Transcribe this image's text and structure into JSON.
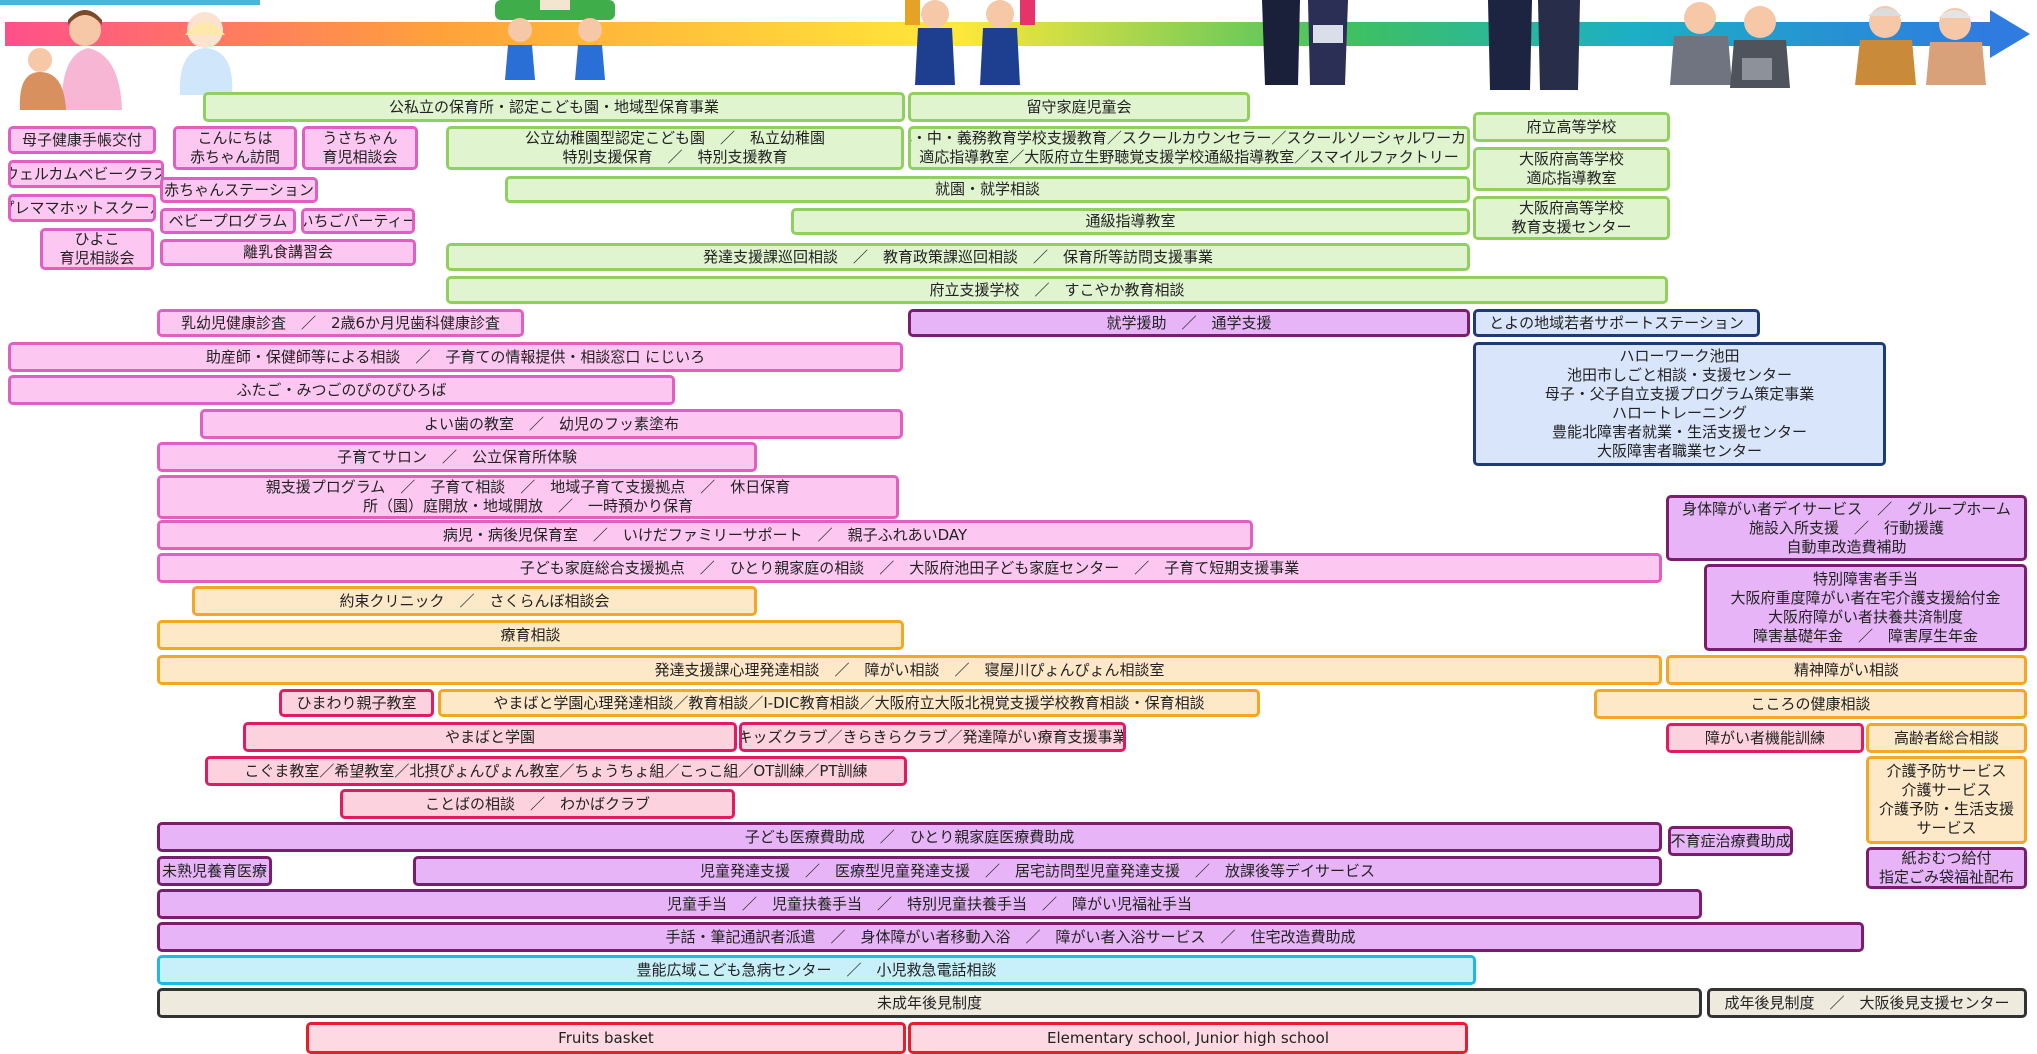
{
  "colors": {
    "green": "#90d05f",
    "pink": "#e25fc2",
    "orange": "#f5a623",
    "purple": "#7a1d6e",
    "blue": "#1d3b77",
    "cyan": "#1fb9e5",
    "red": "#e81c2b"
  },
  "lifecycle_bar": {
    "gradient": [
      "#ff4f8b",
      "#ffa23a",
      "#ffe83a",
      "#3ec063",
      "#1bb0c4",
      "#2f7be0"
    ],
    "figures": [
      "mother-baby-figure",
      "infant-figure",
      "kindergarten-children-figure",
      "elementary-students-figure",
      "junior-high-students-figure",
      "high-school-students-figure",
      "working-adults-figure",
      "elderly-couple-figure"
    ]
  },
  "boxes": [
    {
      "style": "green",
      "lines": [
        "公私立の保育所・認定こども園・地域型保育事業"
      ]
    },
    {
      "style": "green",
      "lines": [
        "留守家庭児童会"
      ]
    },
    {
      "style": "green",
      "lines": [
        "府立高等学校"
      ]
    },
    {
      "style": "pink",
      "lines": [
        "母子健康手帳交付"
      ]
    },
    {
      "style": "pink",
      "lines": [
        "こんにちは",
        "赤ちゃん訪問"
      ]
    },
    {
      "style": "pink",
      "lines": [
        "うさちゃん",
        "育児相談会"
      ]
    },
    {
      "style": "green",
      "lines": [
        "公立幼稚園型認定こども園　／　私立幼稚園",
        "特別支援保育　／　特別支援教育"
      ]
    },
    {
      "style": "green",
      "lines": [
        "小・中・義務教育学校支援教育／スクールカウンセラー／スクールソーシャルワーカー",
        "適応指導教室／大阪府立生野聴覚支援学校通級指導教室／スマイルファクトリー"
      ]
    },
    {
      "style": "green",
      "lines": [
        "大阪府高等学校",
        "適応指導教室"
      ]
    },
    {
      "style": "pink",
      "lines": [
        "ウェルカムベビークラス"
      ]
    },
    {
      "style": "pink",
      "lines": [
        "赤ちゃんステーション"
      ]
    },
    {
      "style": "green",
      "lines": [
        "就園・就学相談"
      ]
    },
    {
      "style": "pink",
      "lines": [
        "プレママホットスクール"
      ]
    },
    {
      "style": "green",
      "lines": [
        "大阪府高等学校",
        "教育支援センター"
      ]
    },
    {
      "style": "pink",
      "lines": [
        "ベビープログラム"
      ]
    },
    {
      "style": "pink",
      "lines": [
        "いちごパーティー"
      ]
    },
    {
      "style": "green",
      "lines": [
        "通級指導教室"
      ]
    },
    {
      "style": "pink",
      "lines": [
        "ひよこ",
        "育児相談会"
      ]
    },
    {
      "style": "pink",
      "lines": [
        "離乳食講習会"
      ]
    },
    {
      "style": "green",
      "lines": [
        "発達支援課巡回相談　／　教育政策課巡回相談　／　保育所等訪問支援事業"
      ]
    },
    {
      "style": "green",
      "lines": [
        "府立支援学校　／　すこやか教育相談"
      ]
    },
    {
      "style": "pink",
      "lines": [
        "乳幼児健康診査　／　2歳6か月児歯科健康診査"
      ]
    },
    {
      "style": "purple",
      "lines": [
        "就学援助　／　通学支援"
      ]
    },
    {
      "style": "blue",
      "lines": [
        "とよの地域若者サポートステーション"
      ]
    },
    {
      "style": "pink",
      "lines": [
        "助産師・保健師等による相談　／　子育ての情報提供・相談窓口 にじいろ"
      ]
    },
    {
      "style": "blue",
      "lines": [
        "ハローワーク池田",
        "池田市しごと相談・支援センター",
        "母子・父子自立支援プログラム策定事業",
        "ハロートレーニング",
        "豊能北障害者就業・生活支援センター",
        "大阪障害者職業センター"
      ]
    },
    {
      "style": "pink",
      "lines": [
        "ふたご・みつごのぴのぴひろば"
      ]
    },
    {
      "style": "pink",
      "lines": [
        "よい歯の教室　／　幼児のフッ素塗布"
      ]
    },
    {
      "style": "pink",
      "lines": [
        "子育てサロン　／　公立保育所体験"
      ]
    },
    {
      "style": "pink",
      "lines": [
        "親支援プログラム　／　子育て相談　／　地域子育て支援拠点　／　休日保育",
        "所（園）庭開放・地域開放　／　一時預かり保育"
      ]
    },
    {
      "style": "purple",
      "lines": [
        "身体障がい者デイサービス　／　グループホーム",
        "施設入所支援　／　行動援護",
        "自動車改造費補助"
      ]
    },
    {
      "style": "pink",
      "lines": [
        "病児・病後児保育室　／　いけだファミリーサポート　／　親子ふれあいDAY"
      ]
    },
    {
      "style": "pink",
      "lines": [
        "子ども家庭総合支援拠点　／　ひとり親家庭の相談　／　大阪府池田子ども家庭センター　／　子育て短期支援事業"
      ]
    },
    {
      "style": "purple",
      "lines": [
        "特別障害者手当",
        "大阪府重度障がい者在宅介護支援給付金",
        "大阪府障がい者扶養共済制度",
        "障害基礎年金　／　障害厚生年金"
      ]
    },
    {
      "style": "orange",
      "lines": [
        "約束クリニック　／　さくらんぼ相談会"
      ]
    },
    {
      "style": "orange",
      "lines": [
        "療育相談"
      ]
    },
    {
      "style": "orange",
      "lines": [
        "発達支援課心理発達相談　／　障がい相談　／　寝屋川ぴょんぴょん相談室"
      ]
    },
    {
      "style": "orange",
      "lines": [
        "精神障がい相談"
      ]
    },
    {
      "style": "rpink",
      "lines": [
        "ひまわり親子教室"
      ]
    },
    {
      "style": "orange",
      "lines": [
        "やまばと学園心理発達相談／教育相談／I-DIC教育相談／大阪府立大阪北視覚支援学校教育相談・保育相談"
      ]
    },
    {
      "style": "orange",
      "lines": [
        "こころの健康相談"
      ]
    },
    {
      "style": "rpink",
      "lines": [
        "やまばと学園"
      ]
    },
    {
      "style": "rpink",
      "lines": [
        "キッズクラブ／きらきらクラブ／発達障がい療育支援事業"
      ]
    },
    {
      "style": "rpink",
      "lines": [
        "障がい者機能訓練"
      ]
    },
    {
      "style": "orange",
      "lines": [
        "高齢者総合相談"
      ]
    },
    {
      "style": "rpink",
      "lines": [
        "こぐま教室／希望教室／北摂ぴょんぴょん教室／ちょうちょ組／こっこ組／OT訓練／PT訓練"
      ]
    },
    {
      "style": "orange",
      "lines": [
        "介護予防サービス",
        "介護サービス",
        "介護予防・生活支援",
        "サービス"
      ]
    },
    {
      "style": "rpink",
      "lines": [
        "ことばの相談　／　わかばクラブ"
      ]
    },
    {
      "style": "purple",
      "lines": [
        "子ども医療費助成　／　ひとり親家庭医療費助成"
      ]
    },
    {
      "style": "purple",
      "lines": [
        "不育症治療費助成"
      ]
    },
    {
      "style": "purple",
      "lines": [
        "未熟児養育医療"
      ]
    },
    {
      "style": "purple",
      "lines": [
        "児童発達支援　／　医療型児童発達支援　／　居宅訪問型児童発達支援　／　放課後等デイサービス"
      ]
    },
    {
      "style": "purple",
      "lines": [
        "紙おむつ給付",
        "指定ごみ袋福祉配布"
      ]
    },
    {
      "style": "purple",
      "lines": [
        "児童手当　／　児童扶養手当　／　特別児童扶養手当　／　障がい児福祉手当"
      ]
    },
    {
      "style": "purple",
      "lines": [
        "手話・筆記通訳者派遣　／　身体障がい者移動入浴　／　障がい者入浴サービス　／　住宅改造費助成"
      ]
    },
    {
      "style": "cyan",
      "lines": [
        "豊能広域こども急病センター　／　小児救急電話相談"
      ]
    },
    {
      "style": "beige",
      "lines": [
        "未成年後見制度"
      ]
    },
    {
      "style": "beige",
      "lines": [
        "成年後見制度　／　大阪後見支援センター"
      ]
    },
    {
      "style": "red",
      "lines": [
        "Fruits basket"
      ]
    },
    {
      "style": "red",
      "lines": [
        "Elementary school, Junior high school"
      ]
    }
  ]
}
